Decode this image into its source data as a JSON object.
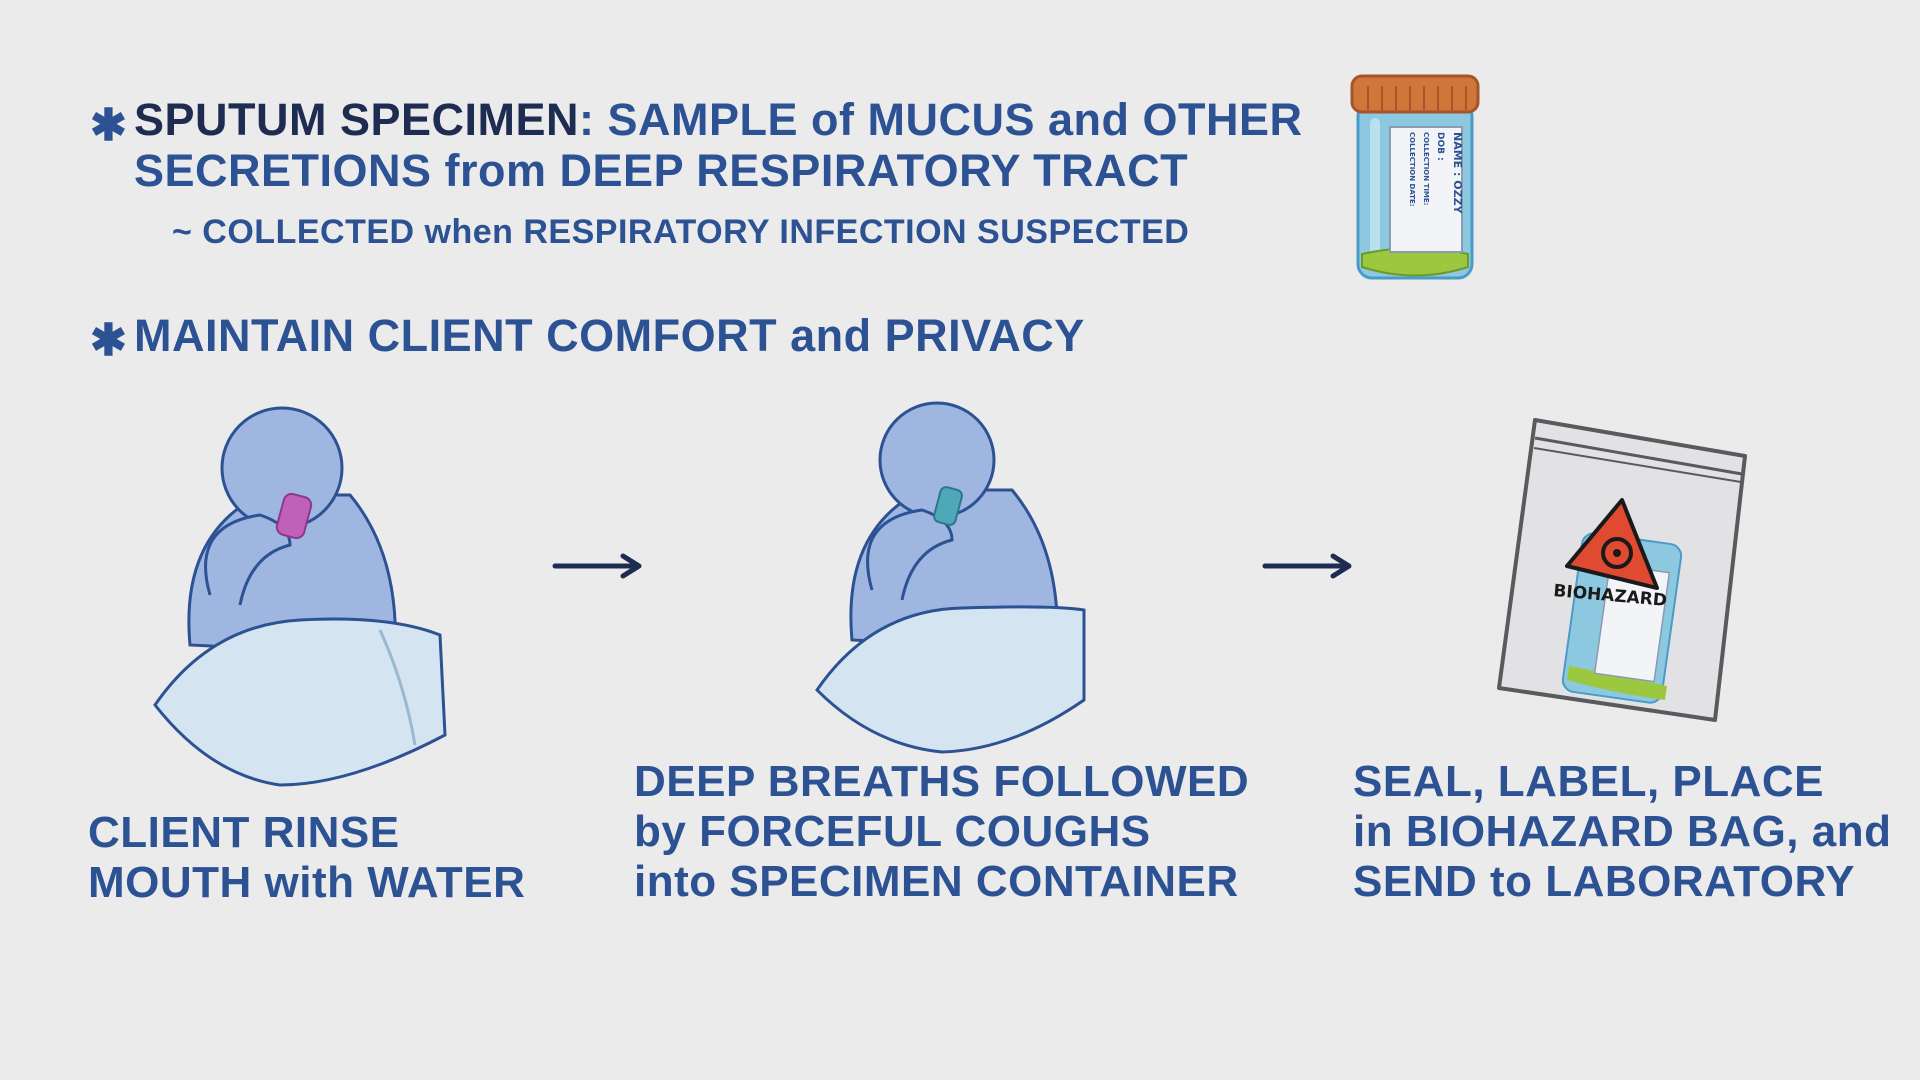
{
  "bullets": [
    {
      "icon": "asterisk-icon",
      "term": "SPUTUM SPECIMEN",
      "line1_rest": ": SAMPLE of MUCUS and OTHER",
      "line2": "SECRETIONS from DEEP RESPIRATORY TRACT",
      "note": "~ COLLECTED when RESPIRATORY INFECTION SUSPECTED"
    },
    {
      "icon": "asterisk-icon",
      "text": "MAINTAIN CLIENT COMFORT and PRIVACY"
    }
  ],
  "container_label": {
    "name": "NAME : OZZY",
    "dob": "DOB :",
    "time": "COLLECTION TIME:",
    "date": "COLLECTION DATE:"
  },
  "steps": [
    {
      "lines": [
        "CLIENT RINSE",
        "MOUTH with WATER"
      ],
      "cup_color": "#c060b8"
    },
    {
      "lines": [
        "DEEP BREATHS FOLLOWED",
        "by FORCEFUL COUGHS",
        "into SPECIMEN CONTAINER"
      ],
      "cup_color": "#4fa8b8"
    },
    {
      "lines": [
        "SEAL, LABEL, PLACE",
        "in BIOHAZARD BAG, and",
        "SEND to LABORATORY"
      ],
      "bag_label": "BIOHAZARD"
    }
  ],
  "colors": {
    "text": "#2c5294",
    "term": "#1e2c52",
    "background": "#ebebeb",
    "figure": "#9fb6e0",
    "blanket": "#d4e4f0",
    "biohazard": "#e04a30"
  }
}
